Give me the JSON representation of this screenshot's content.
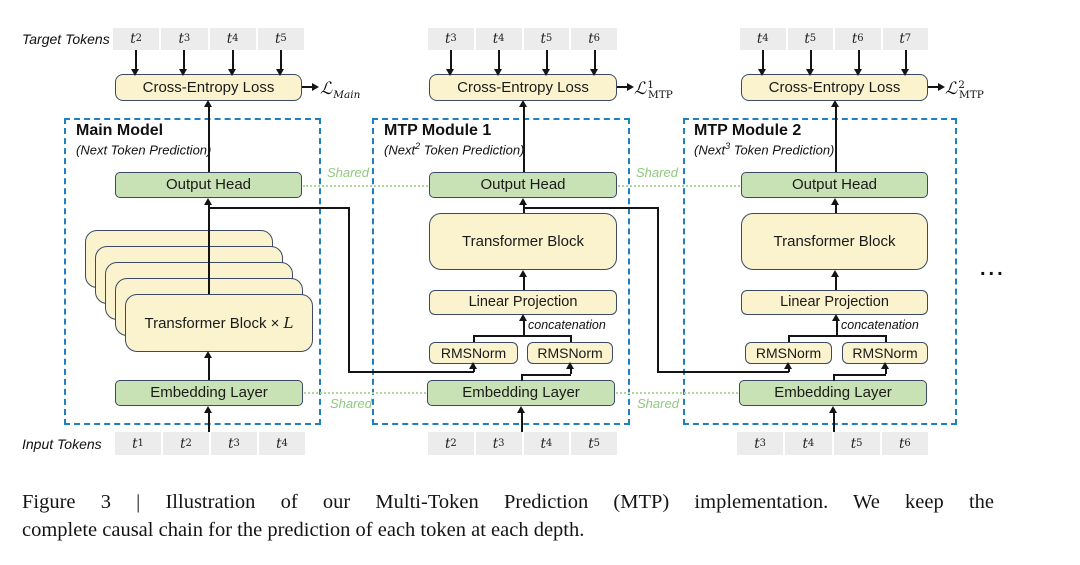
{
  "figure": {
    "labels": {
      "target_tokens": "Target Tokens",
      "input_tokens": "Input Tokens",
      "shared": "Shared",
      "concatenation": "concatenation",
      "ellipsis": "..."
    },
    "colors": {
      "box_yellow": "#FBF2CE",
      "box_green": "#C8E2B6",
      "box_border": "#3A4A66",
      "module_dashed_blue": "#1E7FC2",
      "token_gray": "#ECECEC",
      "shared_green": "#8FC97E"
    },
    "modules": [
      {
        "title": "Main Model",
        "subtitle": {
          "pre": "(Next",
          "sup": "",
          "post": " Token Prediction)"
        },
        "loss": {
          "symbol": "ℒ",
          "sup": "",
          "sub": "Main"
        },
        "target_tokens": [
          "t2",
          "t3",
          "t4",
          "t5"
        ],
        "input_tokens": [
          "t1",
          "t2",
          "t3",
          "t4"
        ],
        "cross_entropy_label": "Cross-Entropy Loss",
        "output_head_label": "Output Head",
        "embedding_label": "Embedding Layer",
        "stack_label": {
          "text": "Transformer Block × ",
          "var": "L"
        }
      },
      {
        "title": "MTP Module 1",
        "subtitle": {
          "pre": "(Next",
          "sup": "2",
          "post": " Token Prediction)"
        },
        "loss": {
          "symbol": "ℒ",
          "sup": "1",
          "sub": "MTP"
        },
        "target_tokens": [
          "t3",
          "t4",
          "t5",
          "t6"
        ],
        "input_tokens": [
          "t2",
          "t3",
          "t4",
          "t5"
        ],
        "cross_entropy_label": "Cross-Entropy Loss",
        "output_head_label": "Output Head",
        "embedding_label": "Embedding Layer",
        "transformer_label": "Transformer Block",
        "linear_label": "Linear Projection",
        "rmsnorm_left": "RMSNorm",
        "rmsnorm_right": "RMSNorm"
      },
      {
        "title": "MTP Module 2",
        "subtitle": {
          "pre": "(Next",
          "sup": "3",
          "post": " Token Prediction)"
        },
        "loss": {
          "symbol": "ℒ",
          "sup": "2",
          "sub": "MTP"
        },
        "target_tokens": [
          "t4",
          "t5",
          "t6",
          "t7"
        ],
        "input_tokens": [
          "t3",
          "t4",
          "t5",
          "t6"
        ],
        "cross_entropy_label": "Cross-Entropy Loss",
        "output_head_label": "Output Head",
        "embedding_label": "Embedding Layer",
        "transformer_label": "Transformer Block",
        "linear_label": "Linear Projection",
        "rmsnorm_left": "RMSNorm",
        "rmsnorm_right": "RMSNorm"
      }
    ],
    "caption": {
      "line1": "Figure 3 | Illustration of our Multi-Token Prediction (MTP) implementation. We keep the",
      "line2": "complete causal chain for the prediction of each token at each depth."
    }
  }
}
